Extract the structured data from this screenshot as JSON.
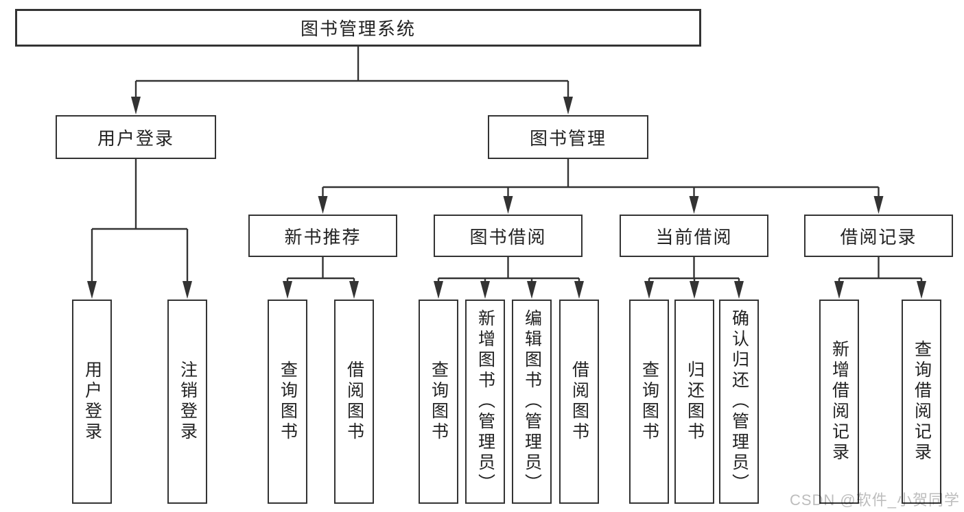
{
  "diagram": {
    "title": "图书管理系统",
    "nodes": [
      {
        "id": "root",
        "label": "图书管理系统",
        "parent": null,
        "orientation": "horizontal"
      },
      {
        "id": "user-login",
        "label": "用户登录",
        "parent": "root",
        "orientation": "horizontal"
      },
      {
        "id": "book-mgmt",
        "label": "图书管理",
        "parent": "root",
        "orientation": "horizontal"
      },
      {
        "id": "new-book",
        "label": "新书推荐",
        "parent": "book-mgmt",
        "orientation": "horizontal"
      },
      {
        "id": "book-borrow",
        "label": "图书借阅",
        "parent": "book-mgmt",
        "orientation": "horizontal"
      },
      {
        "id": "current-borrow",
        "label": "当前借阅",
        "parent": "book-mgmt",
        "orientation": "horizontal"
      },
      {
        "id": "borrow-record",
        "label": "借阅记录",
        "parent": "book-mgmt",
        "orientation": "horizontal"
      },
      {
        "id": "login",
        "label": "用户登录",
        "parent": "user-login",
        "orientation": "vertical"
      },
      {
        "id": "logout",
        "label": "注销登录",
        "parent": "user-login",
        "orientation": "vertical"
      },
      {
        "id": "nb-search",
        "label": "查询图书",
        "parent": "new-book",
        "orientation": "vertical"
      },
      {
        "id": "nb-borrow",
        "label": "借阅图书",
        "parent": "new-book",
        "orientation": "vertical"
      },
      {
        "id": "bb-search",
        "label": "查询图书",
        "parent": "book-borrow",
        "orientation": "vertical"
      },
      {
        "id": "bb-add",
        "label": "新增图书（管理员）",
        "parent": "book-borrow",
        "orientation": "vertical"
      },
      {
        "id": "bb-edit",
        "label": "编辑图书（管理员）",
        "parent": "book-borrow",
        "orientation": "vertical"
      },
      {
        "id": "bb-borrow",
        "label": "借阅图书",
        "parent": "book-borrow",
        "orientation": "vertical"
      },
      {
        "id": "cb-search",
        "label": "查询图书",
        "parent": "current-borrow",
        "orientation": "vertical"
      },
      {
        "id": "cb-return",
        "label": "归还图书",
        "parent": "current-borrow",
        "orientation": "vertical"
      },
      {
        "id": "cb-confirm",
        "label": "确认归还（管理员）",
        "parent": "current-borrow",
        "orientation": "vertical"
      },
      {
        "id": "br-add",
        "label": "新增借阅记录",
        "parent": "borrow-record",
        "orientation": "vertical"
      },
      {
        "id": "br-search",
        "label": "查询借阅记录",
        "parent": "borrow-record",
        "orientation": "vertical"
      }
    ],
    "colors": {
      "line": "#333333",
      "box_border": "#333333",
      "text": "#222222",
      "background": "#ffffff",
      "watermark": "#bdbdbd"
    }
  },
  "watermark": {
    "text": "CSDN @软件_小贺同学"
  }
}
